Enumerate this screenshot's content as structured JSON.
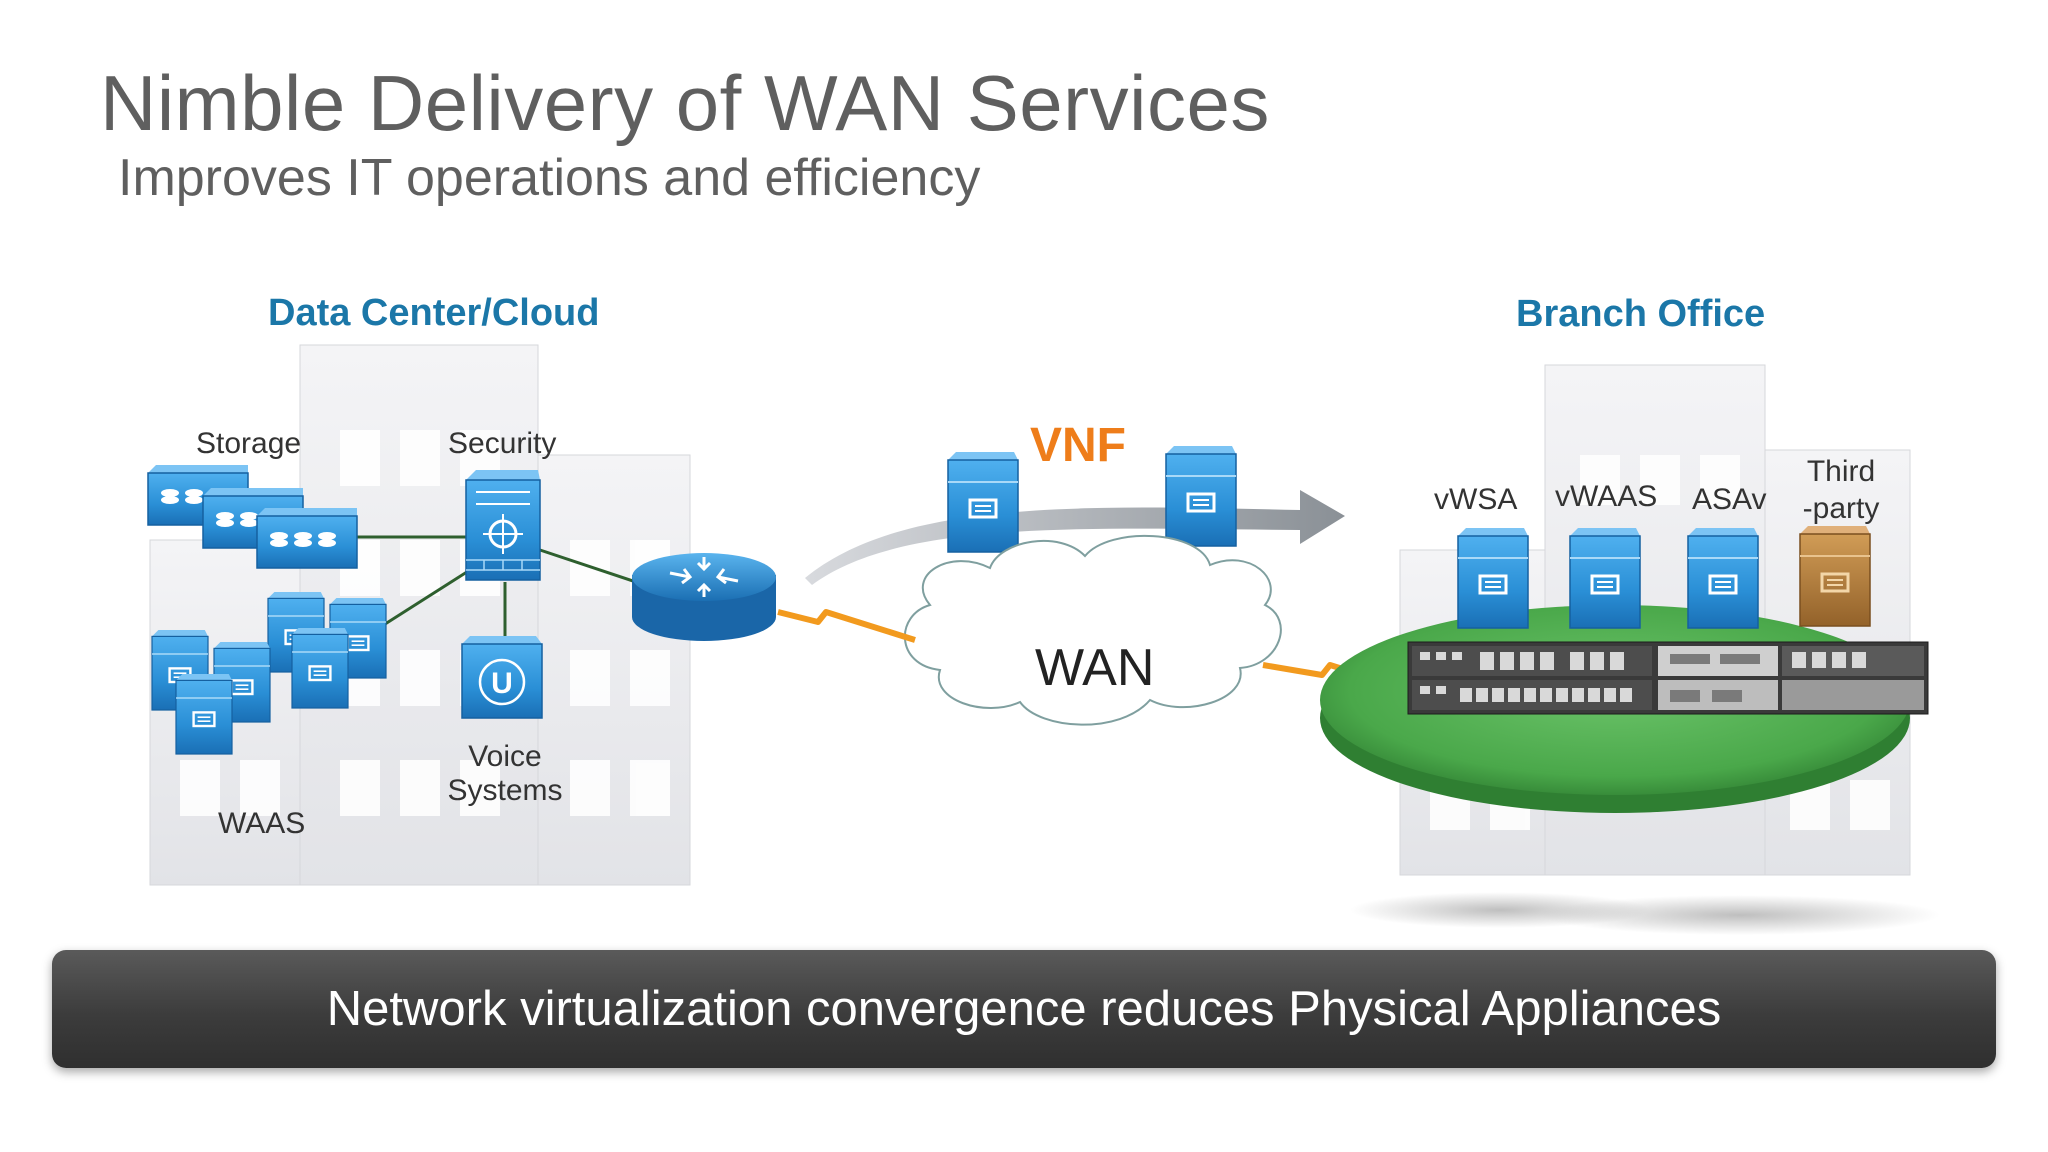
{
  "title": "Nimble Delivery of WAN Services",
  "subtitle": "Improves IT operations and efficiency",
  "data_center": {
    "heading": "Data Center/Cloud",
    "storage_label": "Storage",
    "security_label": "Security",
    "waas_label": "WAAS",
    "voice_label_line1": "Voice",
    "voice_label_line2": "Systems"
  },
  "vnf_label": "VNF",
  "wan_label": "WAN",
  "branch": {
    "heading": "Branch Office",
    "vwsa_label": "vWSA",
    "vwaas_label": "vWAAS",
    "asav_label": "ASAv",
    "third_party_line1": "Third",
    "third_party_line2": "-party"
  },
  "banner_text": "Network virtualization convergence reduces Physical Appliances",
  "colors": {
    "heading_blue": "#1b77a8",
    "vnf_orange": "#ee7d1a",
    "wan_link_orange": "#f29a1e",
    "platform_green": "#4aa84a",
    "device_blue": "#2a8fd6",
    "third_party_tan": "#b07a3a"
  },
  "icons": [
    "storage-array-icon",
    "firewall-icon",
    "server-icon",
    "router-icon",
    "voice-server-icon",
    "wan-cloud-icon",
    "router-chassis-icon"
  ]
}
